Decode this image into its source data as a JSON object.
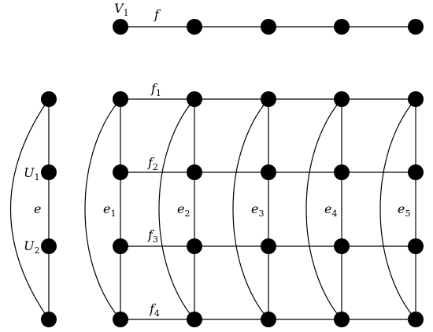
{
  "top_path": {
    "vertex_label": {
      "base": "V",
      "sub": "1"
    },
    "edge_label": {
      "base": "f",
      "sub": ""
    }
  },
  "left_graph": {
    "vertex_labels": [
      {
        "base": "U",
        "sub": "1"
      },
      {
        "base": "U",
        "sub": "2"
      }
    ],
    "edge_label": {
      "base": "e",
      "sub": ""
    }
  },
  "grid": {
    "row_labels": [
      {
        "base": "f",
        "sub": "1"
      },
      {
        "base": "f",
        "sub": "2"
      },
      {
        "base": "f",
        "sub": "3"
      },
      {
        "base": "f",
        "sub": "4"
      }
    ],
    "column_labels": [
      {
        "base": "e",
        "sub": "1"
      },
      {
        "base": "e",
        "sub": "2"
      },
      {
        "base": "e",
        "sub": "3"
      },
      {
        "base": "e",
        "sub": "4"
      },
      {
        "base": "e",
        "sub": "5"
      }
    ]
  }
}
